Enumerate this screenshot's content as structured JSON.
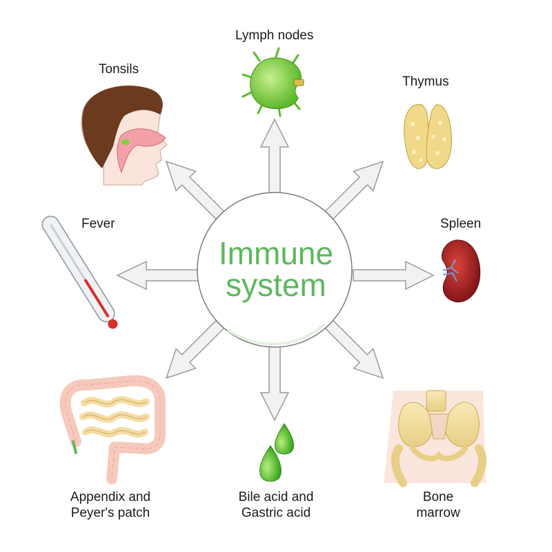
{
  "center": {
    "line1": "Immune",
    "line2": "system"
  },
  "labels": {
    "lymph_nodes": "Lymph nodes",
    "tonsils": "Tonsils",
    "thymus": "Thymus",
    "fever": "Fever",
    "spleen": "Spleen",
    "appendix_line1": "Appendix and",
    "appendix_line2": "Peyer's patch",
    "bile_line1": "Bile acid and",
    "bile_line2": "Gastric acid",
    "bone_line1": "Bone",
    "bone_line2": "marrow"
  },
  "colors": {
    "title_green": "#5cb85c",
    "arrow_fill": "#f2f2f2",
    "arrow_stroke": "#9a9a9a",
    "organ_green": "#7fd13b",
    "thymus_yellow": "#f2d98a",
    "spleen_red": "#b3262a",
    "hair_brown": "#6b3a1f"
  },
  "icons": [
    "lymph-node-icon",
    "tonsils-head-icon",
    "thymus-icon",
    "thermometer-icon",
    "spleen-icon",
    "intestines-icon",
    "acid-drops-icon",
    "pelvis-bone-icon"
  ]
}
